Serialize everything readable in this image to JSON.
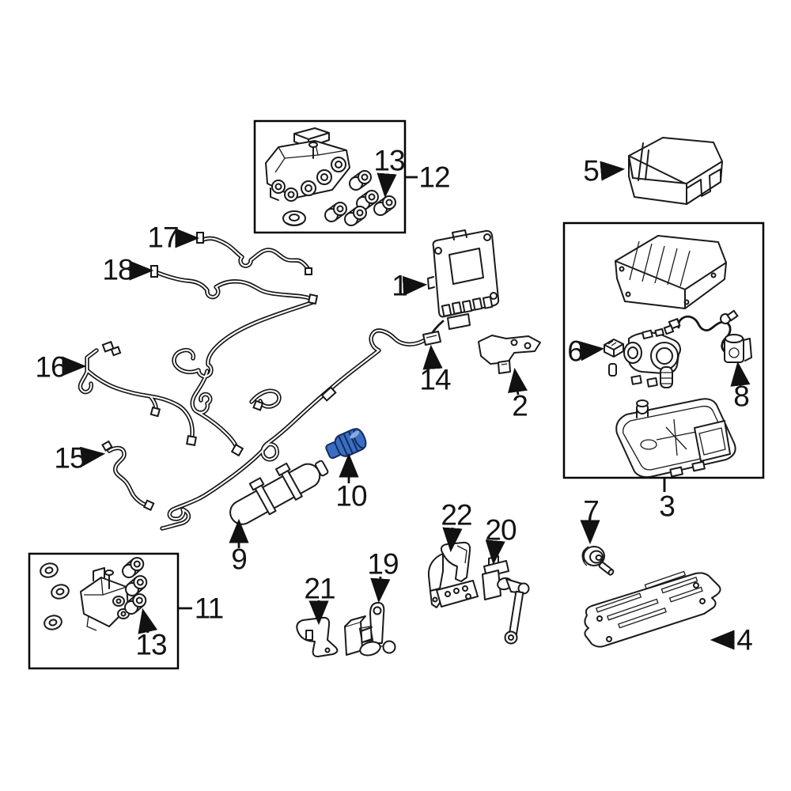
{
  "diagram": {
    "kind": "exploded-parts-diagram",
    "background_color": "#ffffff",
    "line_color": "#1a1a1a",
    "highlight_color": "#3a6ec2",
    "highlight_dark": "#122c5e",
    "highlighted_callout": "10"
  },
  "labels": {
    "c1": "1",
    "c2": "2",
    "c3": "3",
    "c4": "4",
    "c5": "5",
    "c6": "6",
    "c7": "7",
    "c8": "8",
    "c9": "9",
    "c10": "10",
    "c11": "11",
    "c12": "12",
    "c13a": "13",
    "c13b": "13",
    "c14": "14",
    "c15": "15",
    "c16": "16",
    "c17": "17",
    "c18": "18",
    "c19": "19",
    "c20": "20",
    "c21": "21",
    "c22": "22"
  }
}
